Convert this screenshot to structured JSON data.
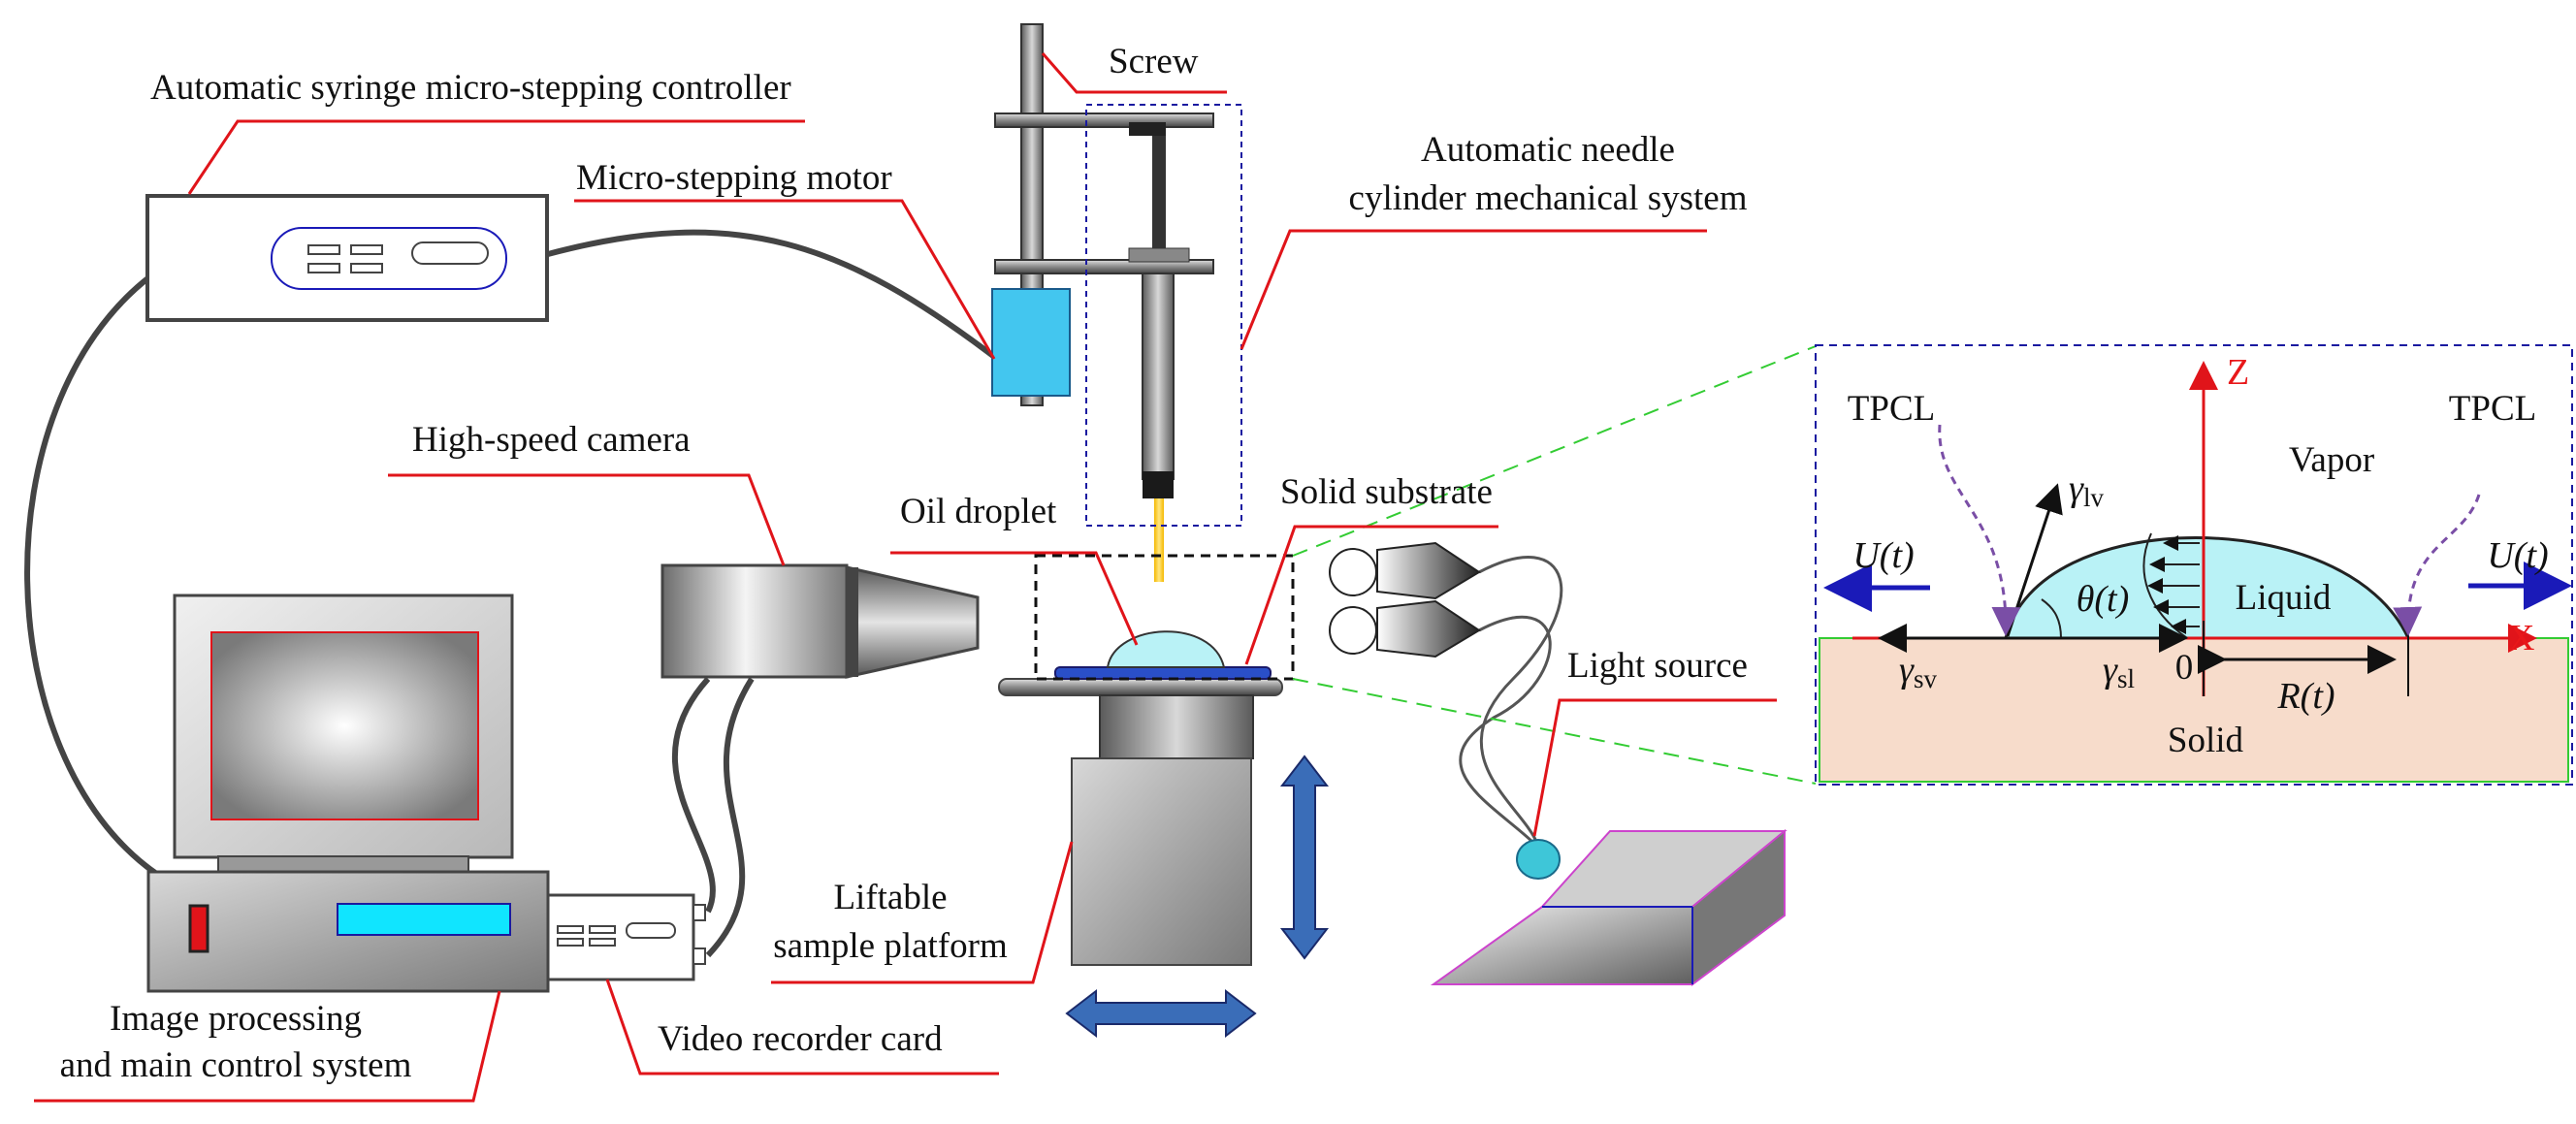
{
  "labels": {
    "screw": "Screw",
    "controller": "Automatic syringe micro-stepping controller",
    "motor": "Micro-stepping motor",
    "needle_line1": "Automatic needle",
    "needle_line2": "cylinder mechanical system",
    "camera": "High-speed camera",
    "oil_droplet": "Oil droplet",
    "solid_substrate": "Solid substrate",
    "light_source": "Light source",
    "platform_line1": "Liftable",
    "platform_line2": "sample platform",
    "video_card": "Video recorder card",
    "image_line1": "Image processing",
    "image_line2": "and main control system"
  },
  "inset": {
    "tpcl_left": "TPCL",
    "tpcl_right": "TPCL",
    "vapor": "Vapor",
    "liquid": "Liquid",
    "solid": "Solid",
    "z_axis": "Z",
    "x_axis": "X",
    "origin": "0",
    "u_left": "U(t)",
    "u_right": "U(t)",
    "theta": "θ(t)",
    "radius": "R(t)",
    "gamma": "γ",
    "gamma_lv_sub": "lv",
    "gamma_sv_sub": "sv",
    "gamma_sl_sub": "sl"
  },
  "colors": {
    "leader_line": "#e0141a",
    "zoom_line": "#33cc33",
    "frame_dashed": "#1a1aa0",
    "droplet": "#b9f2f6",
    "solid_fill": "#f7dccb",
    "motor_blue": "#43c6ef",
    "arrow_blue": "#3a6db8",
    "screen_cyan": "#10e5ff"
  }
}
